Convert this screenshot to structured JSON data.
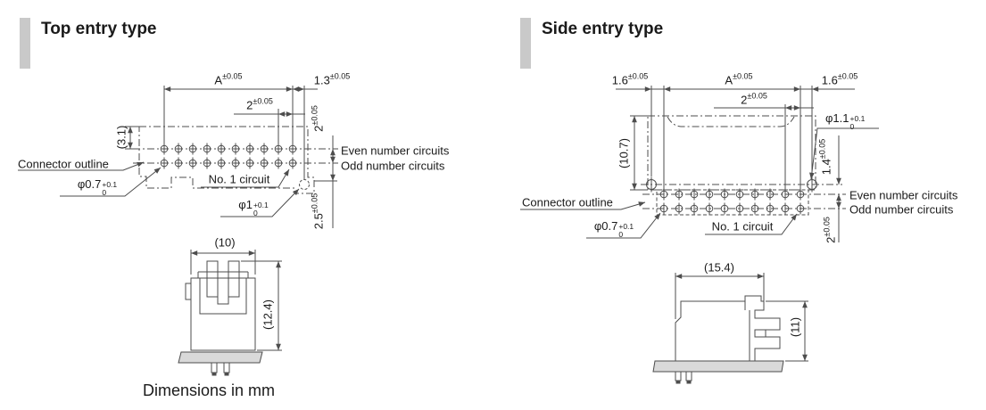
{
  "note": {
    "dimensions_mm": "Dimensions in mm"
  },
  "top_entry": {
    "title": "Top entry type",
    "dims": {
      "a": {
        "v": "A",
        "tol": "±0.05"
      },
      "d13": {
        "v": "1.3",
        "tol": "±0.05"
      },
      "pitch": {
        "v": "2",
        "tol": "±0.05"
      },
      "row_gap": {
        "v": "2",
        "tol": "±0.05"
      },
      "d25": {
        "v": "2.5",
        "tol": "±0.05"
      },
      "d31": "(3.1)",
      "hole07": {
        "v": "φ0.7",
        "tol_hi": "+0.1",
        "tol_lo": "0"
      },
      "hole1": {
        "v": "φ1",
        "tol_hi": "+0.1",
        "tol_lo": "0"
      },
      "w10": "(10)",
      "h124": "(12.4)"
    },
    "labels": {
      "connector_outline": "Connector outline",
      "no1": "No. 1 circuit",
      "even": "Even number circuits",
      "odd": "Odd number circuits"
    }
  },
  "side_entry": {
    "title": "Side entry type",
    "dims": {
      "left16": {
        "v": "1.6",
        "tol": "±0.05"
      },
      "a": {
        "v": "A",
        "tol": "±0.05"
      },
      "right16": {
        "v": "1.6",
        "tol": "±0.05"
      },
      "pitch": {
        "v": "2",
        "tol": "±0.05"
      },
      "hole11": {
        "v": "φ1.1",
        "tol_hi": "+0.1",
        "tol_lo": "0"
      },
      "d14": {
        "v": "1.4",
        "tol": "±0.05"
      },
      "h107": "(10.7)",
      "row_gap": {
        "v": "2",
        "tol": "±0.05"
      },
      "hole07": {
        "v": "φ0.7",
        "tol_hi": "+0.1",
        "tol_lo": "0"
      },
      "w154": "(15.4)",
      "h11": "(11)"
    },
    "labels": {
      "connector_outline": "Connector outline",
      "no1": "No. 1 circuit",
      "even": "Even number circuits",
      "odd": "Odd number circuits"
    }
  },
  "colors": {
    "line": "#4d4d4d",
    "pcb_fill": "#d9d9d9",
    "bar_fill": "#c9c9c9"
  }
}
